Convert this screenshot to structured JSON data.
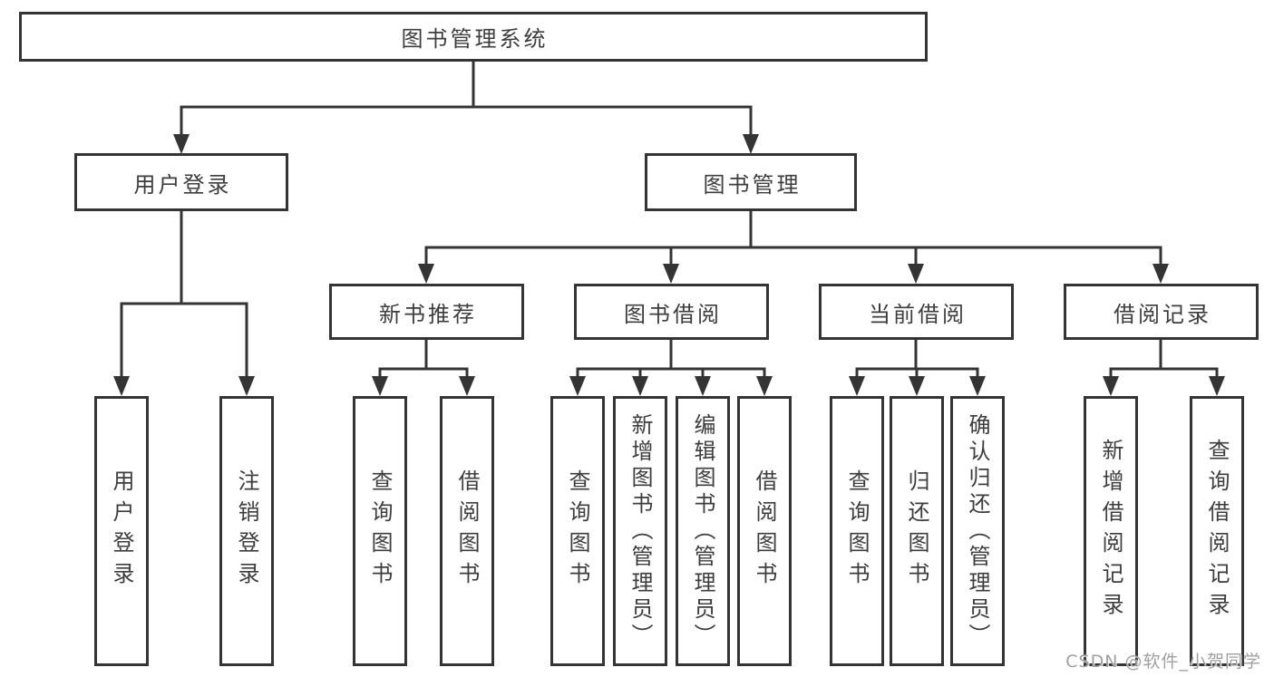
{
  "diagram": {
    "title": "图书管理系统",
    "nodes": {
      "root": "图书管理系统",
      "user_login": "用户登录",
      "book_management": "图书管理",
      "new_book_recommendation": "新书推荐",
      "book_borrowing": "图书借阅",
      "current_borrowing": "当前借阅",
      "borrowing_records": "借阅记录",
      "leaves": [
        "用户登录",
        "注销登录",
        "查询图书",
        "借阅图书",
        "查询图书",
        "新增图书（管理员）",
        "编辑图书（管理员）",
        "借阅图书",
        "查询图书",
        "归还图书",
        "确认归还（管理员）",
        "新增借阅记录",
        "查询借阅记录"
      ]
    }
  },
  "watermark": "CSDN @软件_小贺同学",
  "colors": {
    "line": "#343434",
    "box_border": "#343434",
    "text": "#3d3d3d",
    "background": "#ffffff",
    "watermark": "#a0a0a0"
  }
}
